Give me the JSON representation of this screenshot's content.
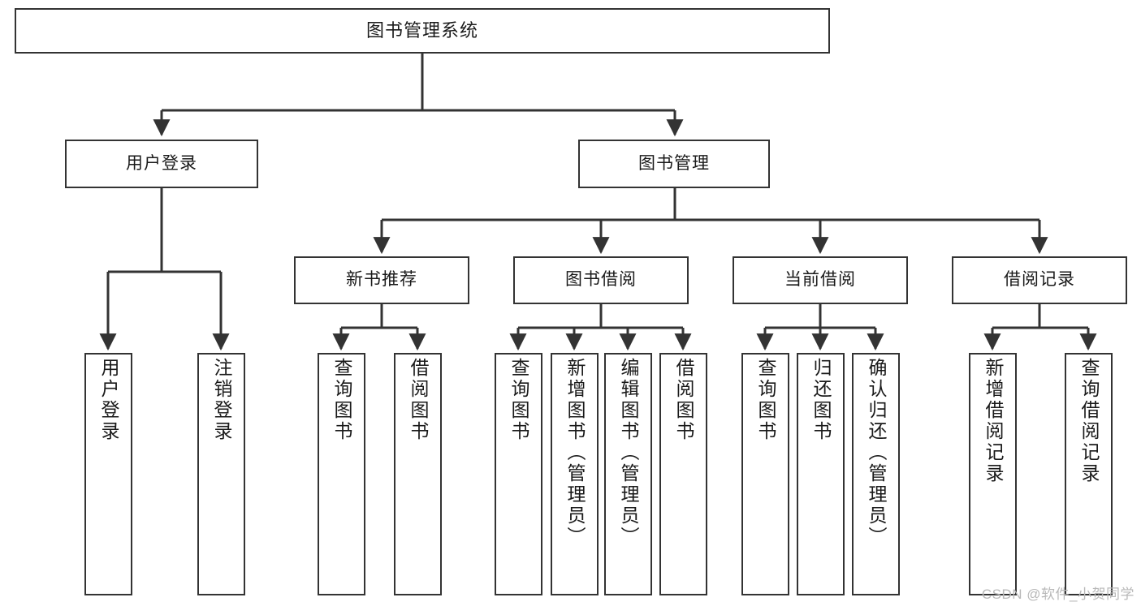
{
  "diagram": {
    "title": "图书管理系统",
    "type": "tree-hierarchy",
    "root": {
      "label": "图书管理系统"
    },
    "level2": [
      {
        "label": "用户登录"
      },
      {
        "label": "图书管理"
      }
    ],
    "level3": [
      {
        "label": "新书推荐"
      },
      {
        "label": "图书借阅"
      },
      {
        "label": "当前借阅"
      },
      {
        "label": "借阅记录"
      }
    ],
    "leaves_user_login": [
      {
        "label": "用户登录"
      },
      {
        "label": "注销登录"
      }
    ],
    "leaves_new_book": [
      {
        "label": "查询图书"
      },
      {
        "label": "借阅图书"
      }
    ],
    "leaves_borrow": [
      {
        "label": "查询图书"
      },
      {
        "label": "新增图书（管理员）"
      },
      {
        "label": "编辑图书（管理员）"
      },
      {
        "label": "借阅图书"
      }
    ],
    "leaves_current": [
      {
        "label": "查询图书"
      },
      {
        "label": "归还图书"
      },
      {
        "label": "确认归还（管理员）"
      }
    ],
    "leaves_records": [
      {
        "label": "新增借阅记录"
      },
      {
        "label": "查询借阅记录"
      }
    ]
  },
  "watermark": {
    "text": "CSDN @软件_小贺同学"
  },
  "colors": {
    "stroke": "#333333",
    "fill": "#ffffff",
    "text": "#1a1a1a",
    "watermark": "#b8b8b8"
  }
}
